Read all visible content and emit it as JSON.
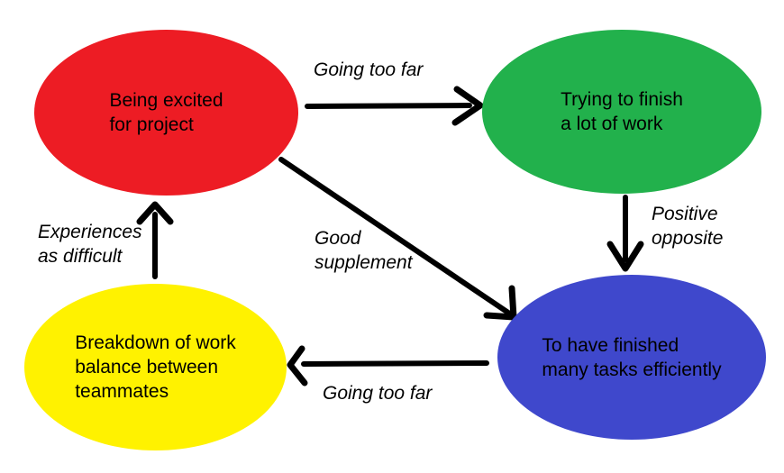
{
  "nodes": {
    "excited": {
      "lines": [
        "Being excited",
        "for project"
      ],
      "color": "#ed1c24"
    },
    "trying": {
      "lines": [
        "Trying to finish",
        "a lot of work"
      ],
      "color": "#22b14c"
    },
    "breakdown": {
      "lines": [
        "Breakdown of work",
        "balance between",
        "teammates"
      ],
      "color": "#fff200"
    },
    "finished": {
      "lines": [
        "To have finished",
        "many tasks efficiently"
      ],
      "color": "#3f48cc"
    }
  },
  "edge_labels": {
    "going_too_far_top": "Going too far",
    "positive_opposite": {
      "lines": [
        "Positive",
        "opposite"
      ]
    },
    "good_supplement": {
      "lines": [
        "Good",
        "supplement"
      ]
    },
    "going_too_far_bottom": "Going too far",
    "experiences_as_difficult": {
      "lines": [
        "Experiences",
        "as difficult"
      ]
    }
  },
  "edges": [
    {
      "from": "excited",
      "to": "trying",
      "label": "Going too far"
    },
    {
      "from": "trying",
      "to": "finished",
      "label": "Positive opposite"
    },
    {
      "from": "excited",
      "to": "finished",
      "label": "Good supplement"
    },
    {
      "from": "finished",
      "to": "breakdown",
      "label": "Going too far"
    },
    {
      "from": "breakdown",
      "to": "excited",
      "label": "Experiences as difficult"
    }
  ],
  "colors": {
    "background": "#ffffff",
    "arrow": "#000000",
    "text": "#000000"
  }
}
